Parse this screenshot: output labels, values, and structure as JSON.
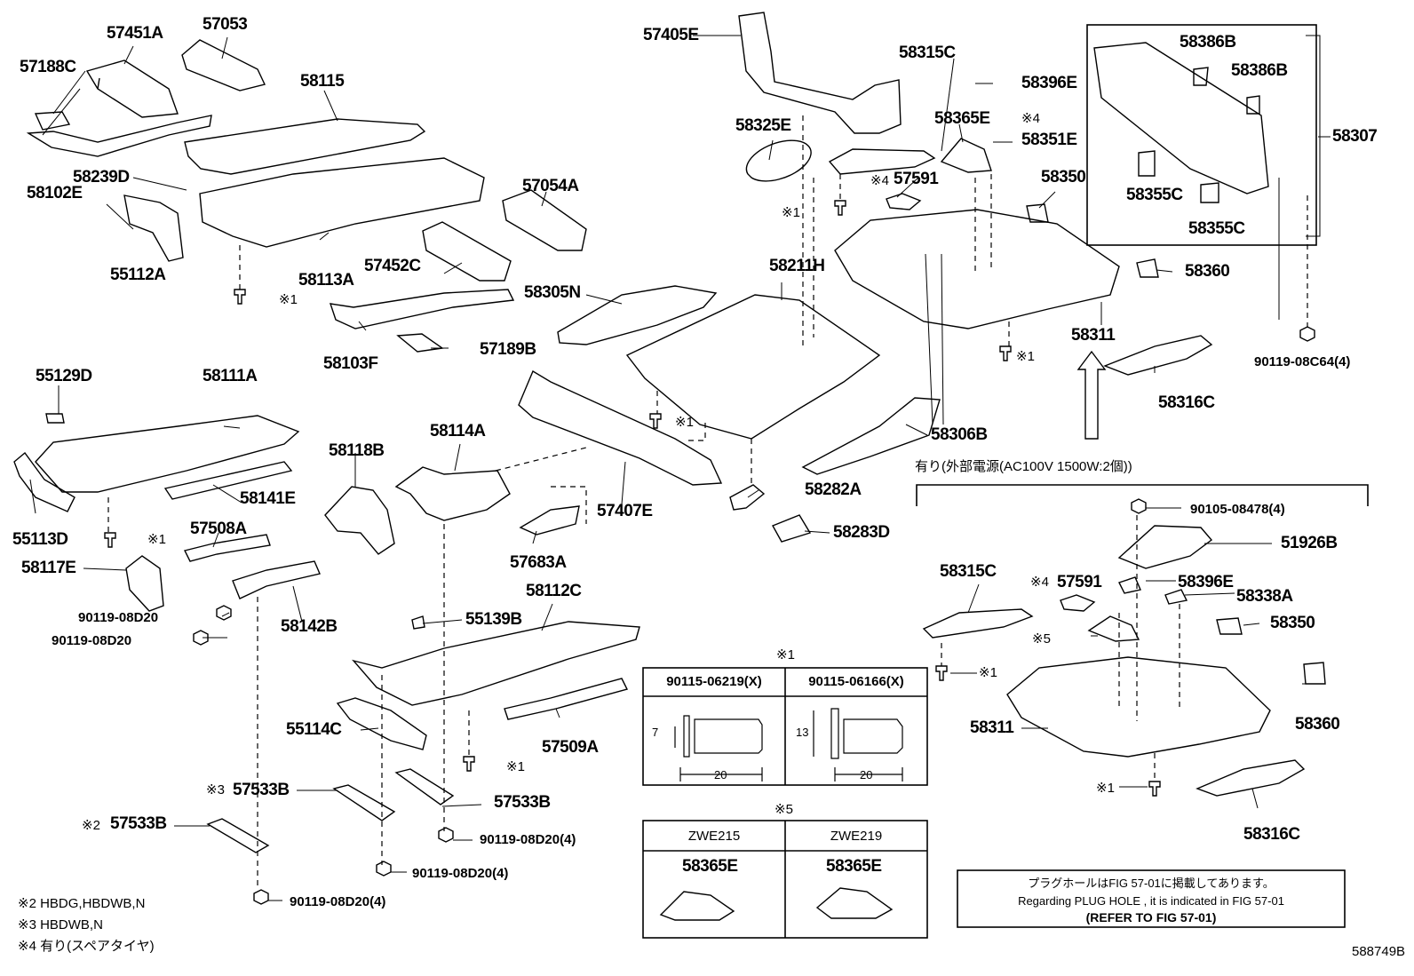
{
  "labels": {
    "p57451A": "57451A",
    "p57053": "57053",
    "p57188C": "57188C",
    "p58102E": "58102E",
    "p58115": "58115",
    "p58239D": "58239D",
    "p55112A": "55112A",
    "p58113A": "58113A",
    "p57054A": "57054A",
    "p57452C": "57452C",
    "p58305N": "58305N",
    "p58103F": "58103F",
    "p57189B": "57189B",
    "p57405E": "57405E",
    "p58315C_top": "58315C",
    "p58396E_top": "58396E",
    "p58325E": "58325E",
    "p58365E_top": "58365E",
    "p58351E": "58351E",
    "p57591": "57591",
    "p58350": "58350",
    "p58211H": "58211H",
    "p58360": "58360",
    "p58311": "58311",
    "p58316C": "58316C",
    "p58307": "58307",
    "p58386B": "58386B",
    "p58355C": "58355C",
    "p90119_08C64": "90119-08C64(4)",
    "p55129D": "55129D",
    "p58111A": "58111A",
    "p55113D": "55113D",
    "p57508A": "57508A",
    "p58141E": "58141E",
    "p58117E": "58117E",
    "p90119_08D20": "90119-08D20",
    "p58142B": "58142B",
    "p58118B": "58118B",
    "p58114A": "58114A",
    "p57407E": "57407E",
    "p57683A": "57683A",
    "p58306B": "58306B",
    "p58282A": "58282A",
    "p58283D": "58283D",
    "p58112C": "58112C",
    "p55139B": "55139B",
    "p55114C": "55114C",
    "p57509A": "57509A",
    "p57533B": "57533B",
    "p90119_08D20_4": "90119-08D20(4)",
    "p90105_08478": "90105-08478(4)",
    "p51926B": "51926B",
    "p58315C_bottom": "58315C",
    "p58396E_bottom": "58396E",
    "p58338A": "58338A",
    "mark1": "※1",
    "mark2": "※2",
    "mark3": "※3",
    "mark4": "※4",
    "mark5": "※5",
    "external_power": "有り(外部電源(AC100V 1500W:2個))",
    "diagram_id": "588749B"
  },
  "screw_table": {
    "col1": "90115-06219(X)",
    "col2": "90115-06166(X)",
    "dim_7": "7",
    "dim_13": "13",
    "dim_20": "20"
  },
  "zwe_table": {
    "col1": "ZWE215",
    "col2": "ZWE219",
    "part": "58365E"
  },
  "plug_note": {
    "jp": "プラグホールはFIG 57-01に掲載してあります。",
    "en": "Regarding PLUG HOLE , it is indicated in FIG 57-01",
    "refer": "(REFER TO FIG 57-01)"
  },
  "footnotes": {
    "n2": "※2 HBDG,HBDWB,N",
    "n3": "※3 HBDWB,N",
    "n4": "※4 有り(スペアタイヤ)"
  }
}
